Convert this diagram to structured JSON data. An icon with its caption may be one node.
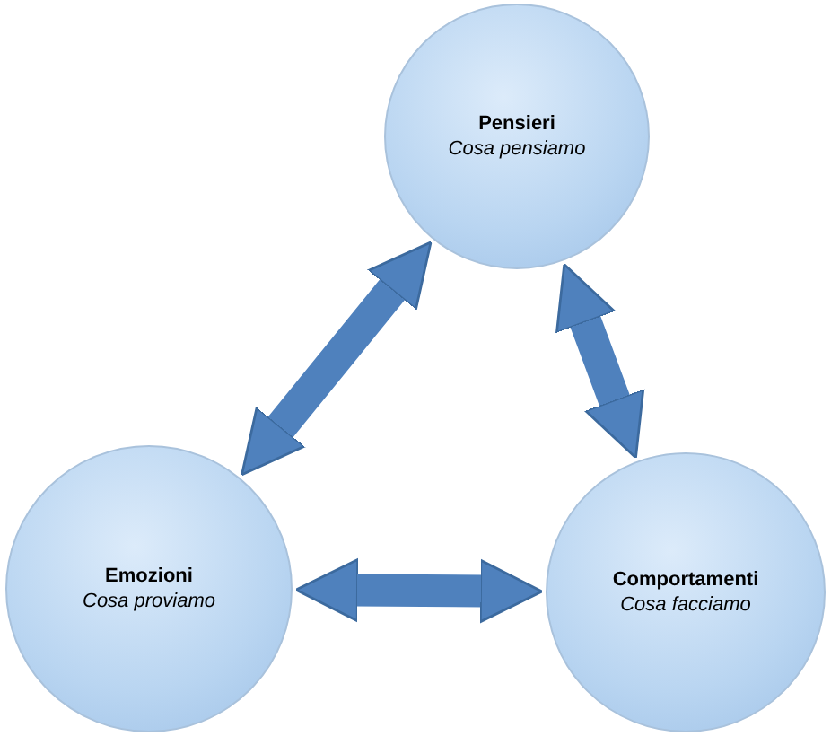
{
  "diagram": {
    "nodes": [
      {
        "text": [
          "Pensieri",
          "Cosa pensiamo"
        ]
      },
      {
        "text": [
          "Emozioni",
          "Cosa proviamo"
        ]
      },
      {
        "text": [
          "Comportamenti",
          "Cosa facciamo"
        ]
      }
    ],
    "edges": [
      {
        "from": 1,
        "to": 0,
        "arrow": "both"
      },
      {
        "from": 0,
        "to": 2,
        "arrow": "both"
      },
      {
        "from": 1,
        "to": 2,
        "arrow": "both"
      }
    ]
  }
}
